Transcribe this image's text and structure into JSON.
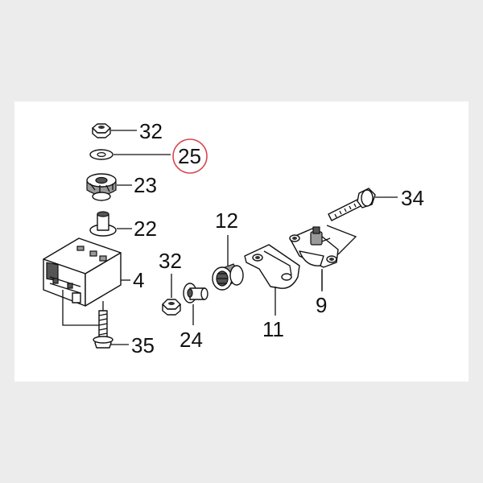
{
  "diagram": {
    "highlight_color": "#d9454d",
    "callouts": {
      "p32_top": "32",
      "p25": "25",
      "p23": "23",
      "p22": "22",
      "p4": "4",
      "p35": "35",
      "p32_mid": "32",
      "p24": "24",
      "p12": "12",
      "p11": "11",
      "p9": "9",
      "p34": "34"
    },
    "parts": [
      {
        "label": "32",
        "icon": "nut-icon"
      },
      {
        "label": "25",
        "icon": "washer-icon",
        "highlighted": true
      },
      {
        "label": "23",
        "icon": "rubber-mount-icon"
      },
      {
        "label": "22",
        "icon": "collar-icon"
      },
      {
        "label": "4",
        "icon": "module-box-icon"
      },
      {
        "label": "35",
        "icon": "bolt-icon"
      },
      {
        "label": "24",
        "icon": "flange-collar-icon"
      },
      {
        "label": "12",
        "icon": "bushing-icon"
      },
      {
        "label": "11",
        "icon": "bracket-icon"
      },
      {
        "label": "9",
        "icon": "sensor-housing-icon"
      },
      {
        "label": "34",
        "icon": "long-bolt-icon"
      }
    ]
  }
}
